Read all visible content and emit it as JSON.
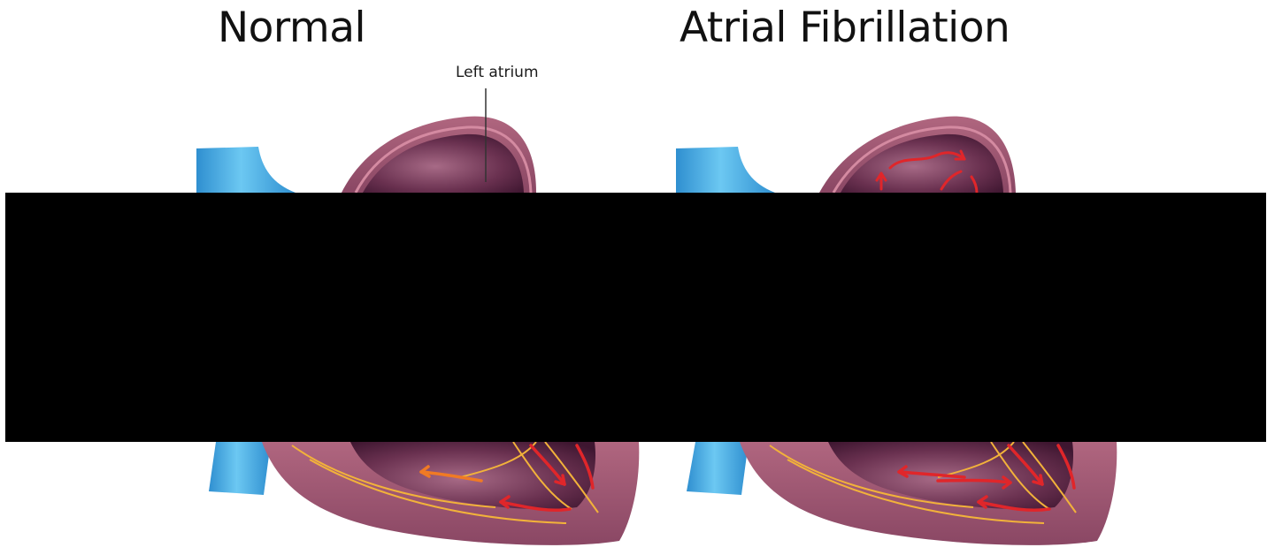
{
  "titles": {
    "normal": "Normal",
    "atrial_fibrillation": "Atrial Fibrillation"
  },
  "labels": {
    "left_atrium": "Left atrium"
  },
  "colors": {
    "vessel_blue": "#4fb3e6",
    "heart_wall": "#9b5670",
    "chamber_dark": "#5e2a45",
    "electrical_orange": "#f07a24",
    "electrical_red": "#e0262a",
    "conduction_yellow": "#f2b23a",
    "redaction": "#000000"
  }
}
